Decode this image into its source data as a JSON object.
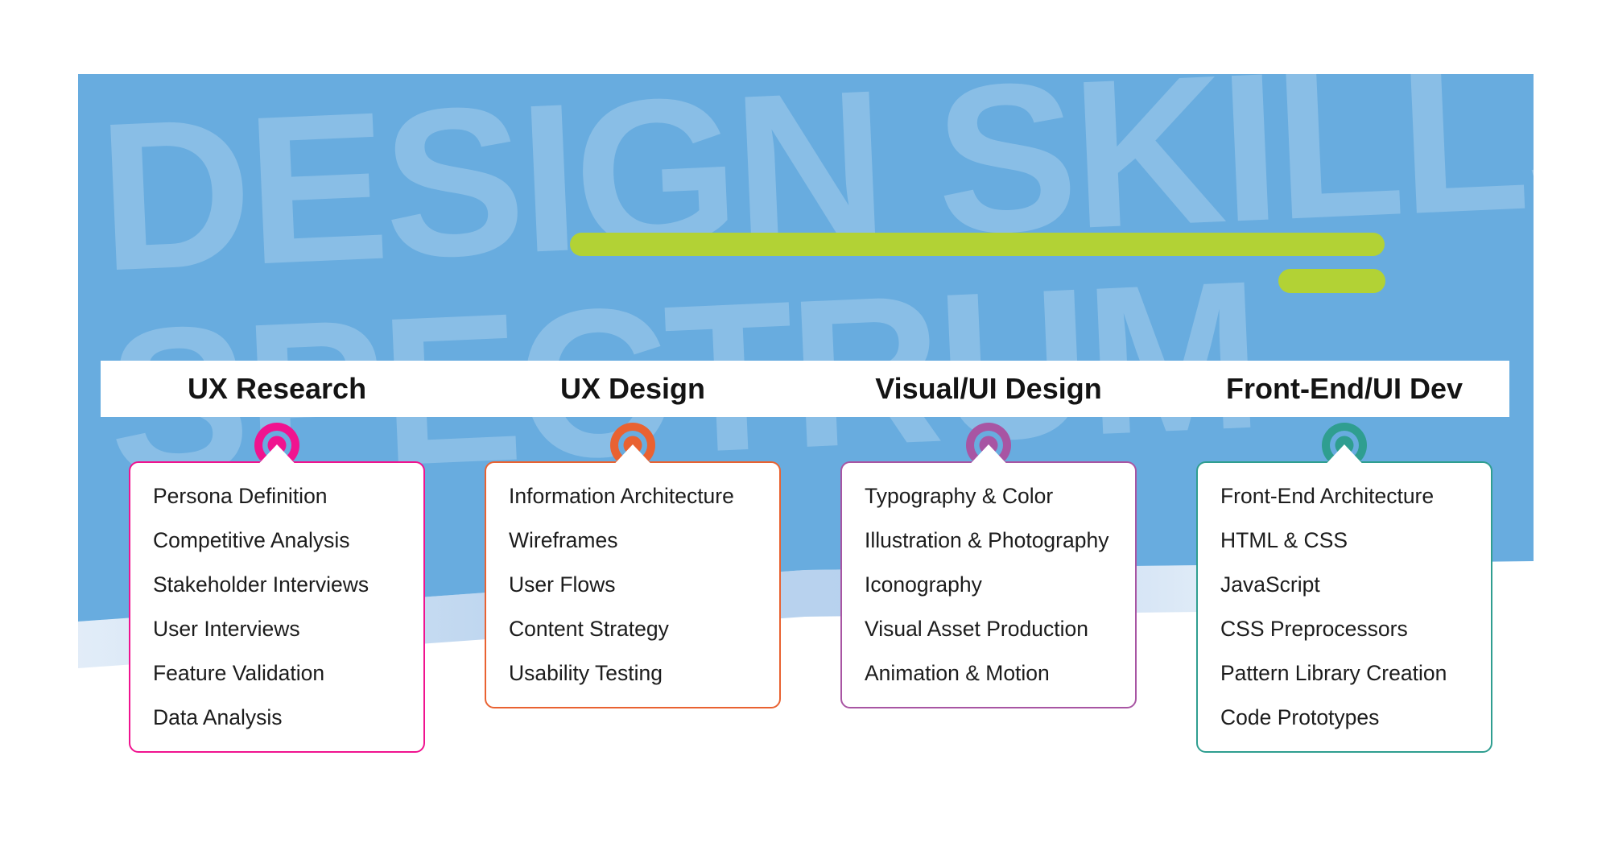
{
  "watermark": {
    "line1": "DESIGN SKILLS",
    "line2": "SPECTRUM"
  },
  "colors": {
    "background_blue": "#68ACDF",
    "accent_bar_green": "#B2D235",
    "header_band": "#FFFFFF",
    "title_text": "#141414",
    "item_text": "#1C1C1C"
  },
  "columns": [
    {
      "title": "UX Research",
      "color": "#F0138F",
      "items": [
        "Persona Definition",
        "Competitive Analysis",
        "Stakeholder Interviews",
        "User Interviews",
        "Feature Validation",
        "Data Analysis"
      ]
    },
    {
      "title": "UX Design",
      "color": "#E96231",
      "items": [
        "Information Architecture",
        "Wireframes",
        "User Flows",
        "Content Strategy",
        "Usability Testing"
      ]
    },
    {
      "title": "Visual/UI Design",
      "color": "#A855A3",
      "items": [
        "Typography & Color",
        "Illustration & Photography",
        "Iconography",
        "Visual Asset Production",
        "Animation & Motion"
      ]
    },
    {
      "title": "Front-End/UI Dev",
      "color": "#2F9E90",
      "items": [
        "Front-End Architecture",
        "HTML & CSS",
        "JavaScript",
        "CSS Preprocessors",
        "Pattern Library Creation",
        "Code Prototypes"
      ]
    }
  ]
}
